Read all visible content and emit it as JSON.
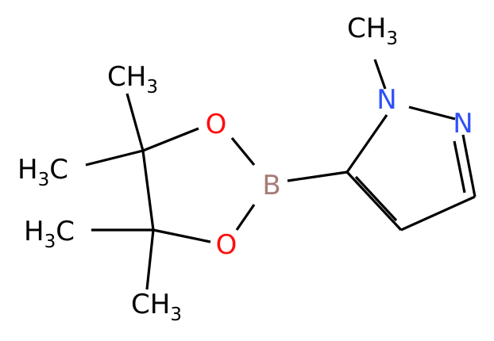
{
  "molecule": {
    "atoms": {
      "n1": "N",
      "n2": "N",
      "b": "B",
      "o1": "O",
      "o2": "O",
      "ch3_top": {
        "main": "CH",
        "sub": "3"
      },
      "ch3_a": {
        "main": "CH",
        "sub": "3"
      },
      "ch3_d": {
        "main": "CH",
        "sub": "3"
      },
      "h3c_b": {
        "pre": "H",
        "sub": "3",
        "main": "C"
      },
      "h3c_c": {
        "pre": "H",
        "sub": "3",
        "main": "C"
      }
    },
    "colors": {
      "bond": "#000000",
      "carbon": "#000000",
      "nitrogen": "#3050F8",
      "oxygen": "#FF0D0D",
      "boron": "#A87C78"
    }
  }
}
